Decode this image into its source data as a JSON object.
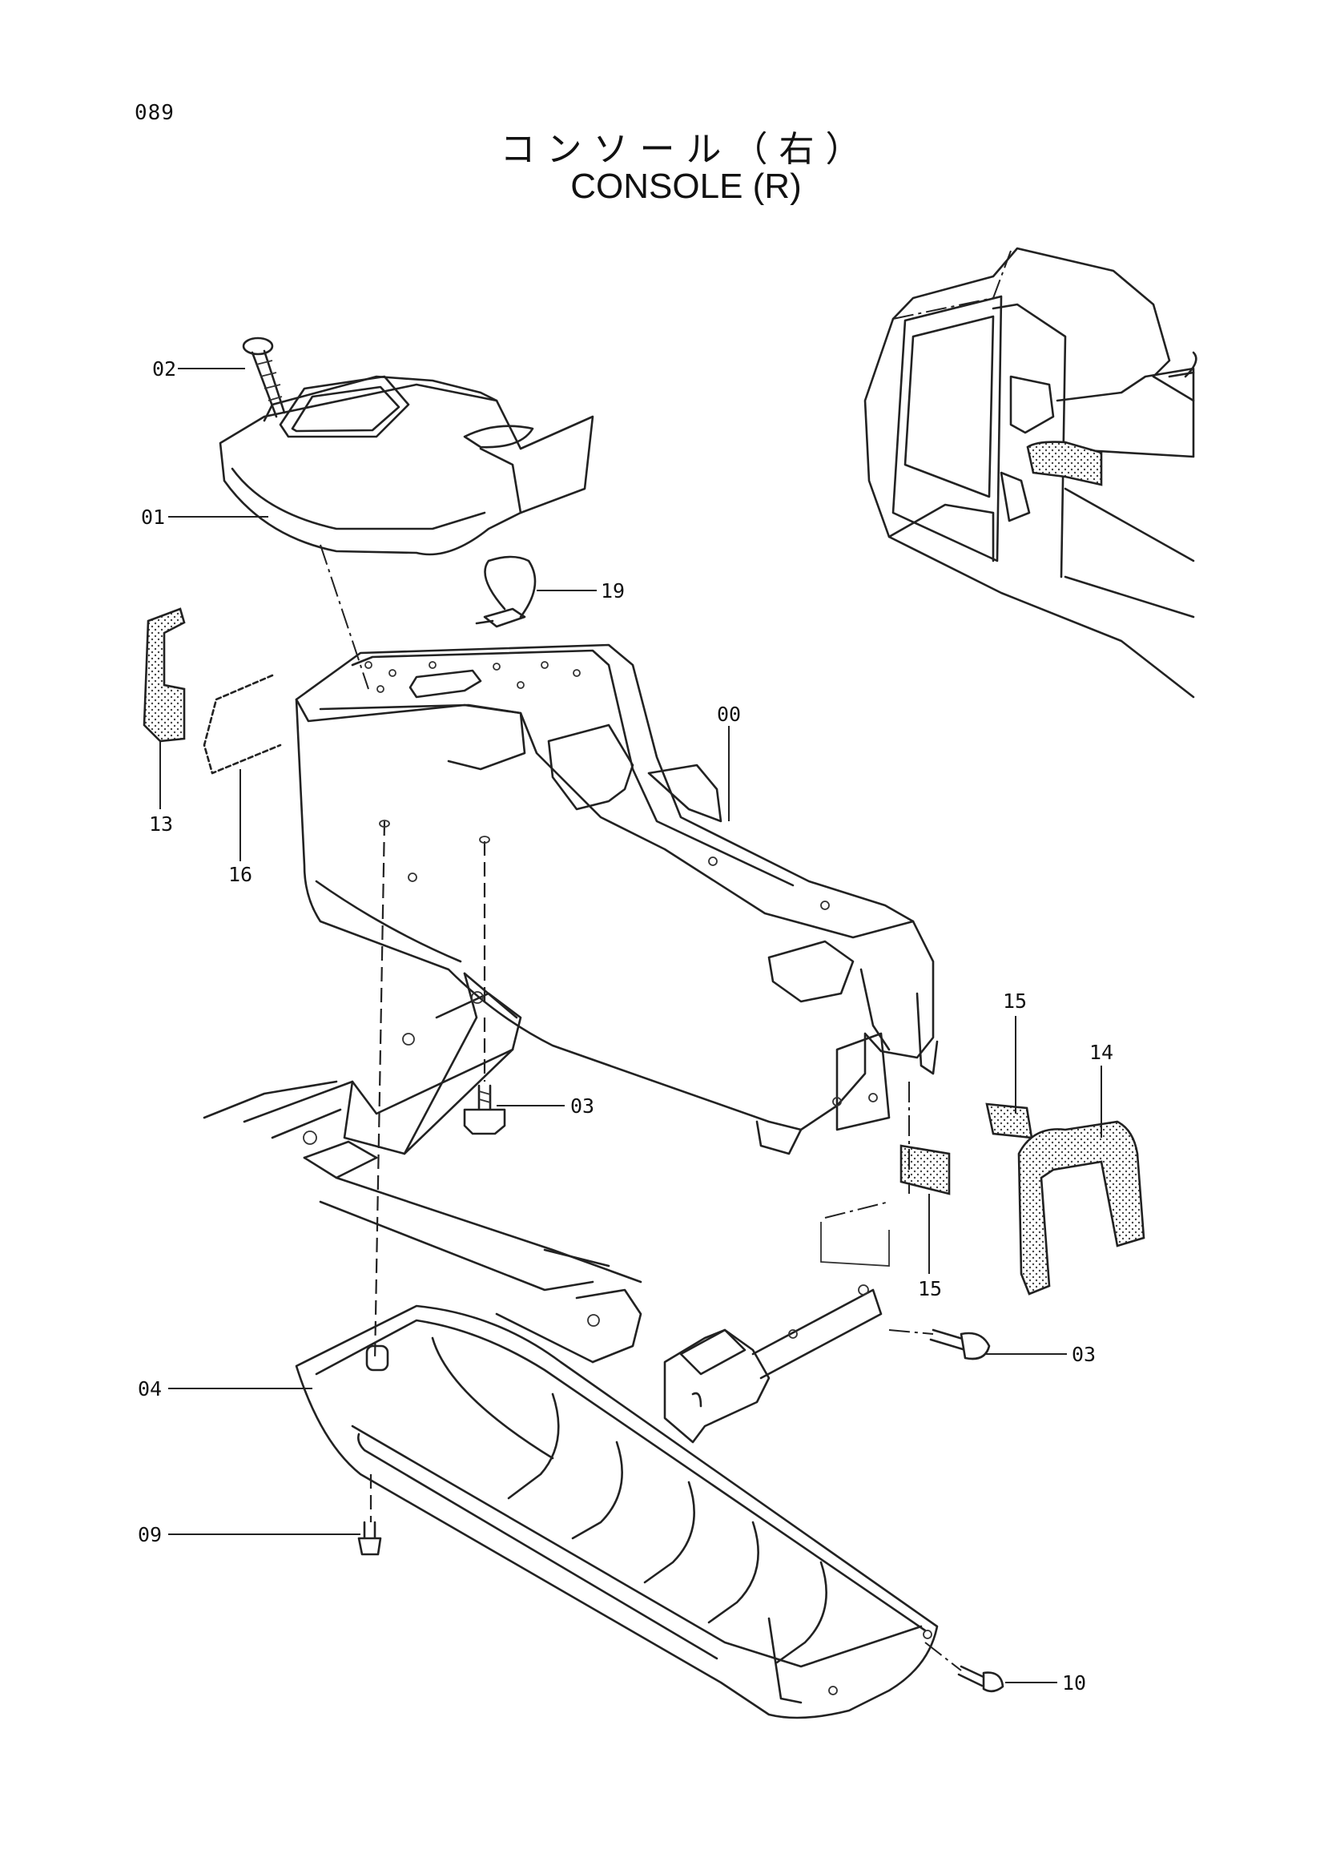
{
  "page_number": "089",
  "title_jp": "コンソール（右）",
  "title_en": "CONSOLE (R)",
  "callouts": {
    "c00": "00",
    "c01": "01",
    "c02": "02",
    "c03a": "03",
    "c03b": "03",
    "c04": "04",
    "c09": "09",
    "c10": "10",
    "c13": "13",
    "c14": "14",
    "c15a": "15",
    "c15b": "15",
    "c16": "16",
    "c19": "19"
  }
}
